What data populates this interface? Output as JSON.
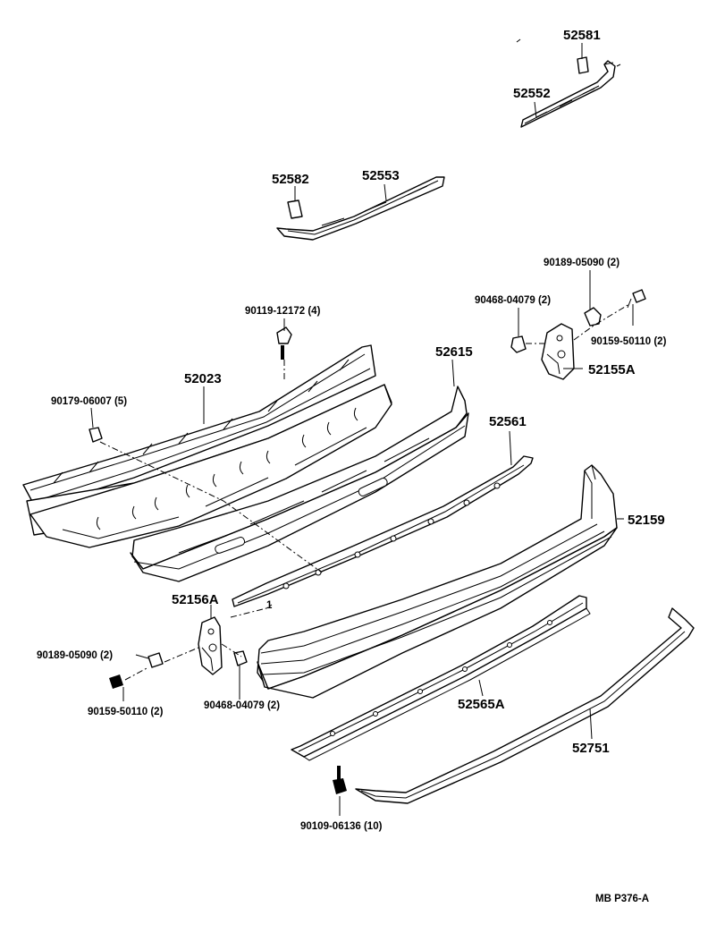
{
  "labels": {
    "p52581": "52581",
    "p52552": "52552",
    "p52582": "52582",
    "p52553": "52553",
    "p90189_a": "90189-05090 (2)",
    "p90468_a": "90468-04079 (2)",
    "p90159_a": "90159-50110 (2)",
    "p52155A": "52155A",
    "p90119": "90119-12172 (4)",
    "p52615": "52615",
    "p52023": "52023",
    "p90179": "90179-06007 (5)",
    "p52561": "52561",
    "p52159": "52159",
    "p52156A": "52156A",
    "p90189_b": "90189-05090 (2)",
    "p90159_b": "90159-50110 (2)",
    "p90468_b": "90468-04079 (2)",
    "p52565A": "52565A",
    "p52751": "52751",
    "p90109": "90109-06136 (10)",
    "ref1": "1",
    "code": "MB  P376-A"
  }
}
